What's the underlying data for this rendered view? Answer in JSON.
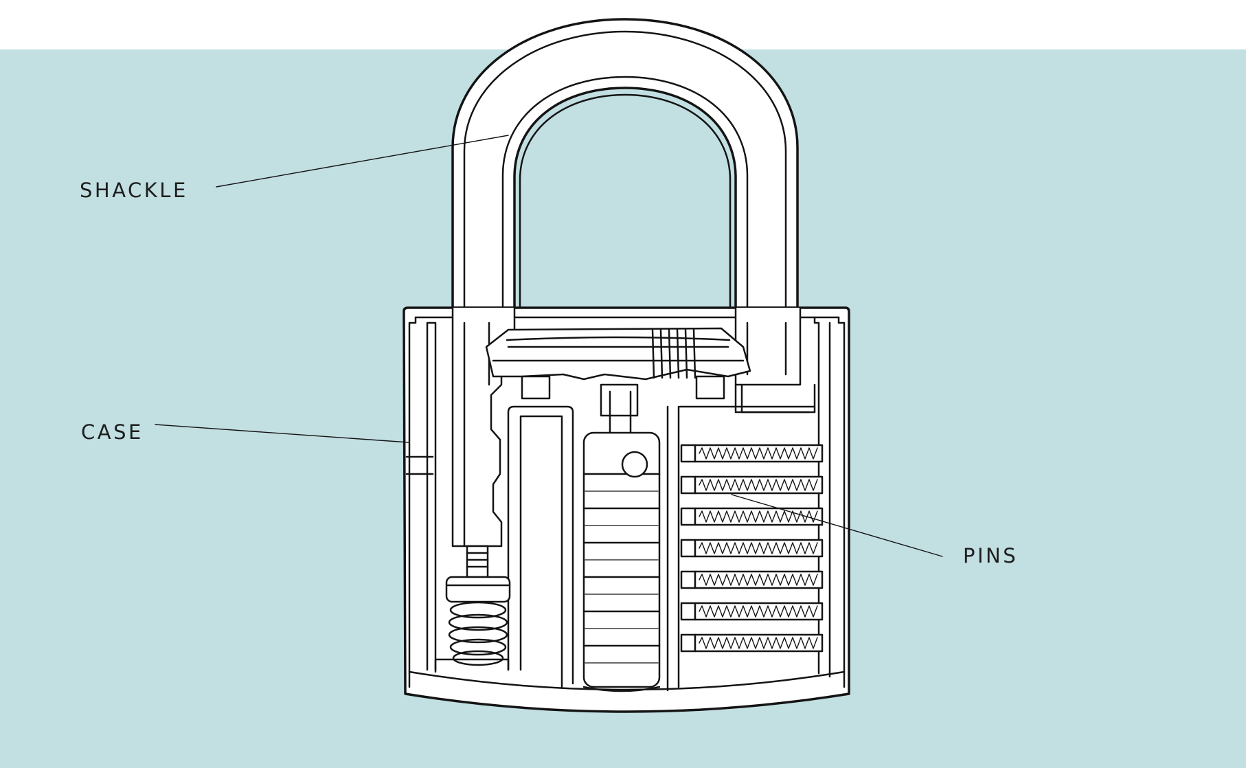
{
  "background_color": "#c2dfe2",
  "line_color": "#141414",
  "labels": {
    "shackle": "SHACKLE",
    "case": "CASE",
    "pins": "PINS"
  },
  "pins_count": 7
}
